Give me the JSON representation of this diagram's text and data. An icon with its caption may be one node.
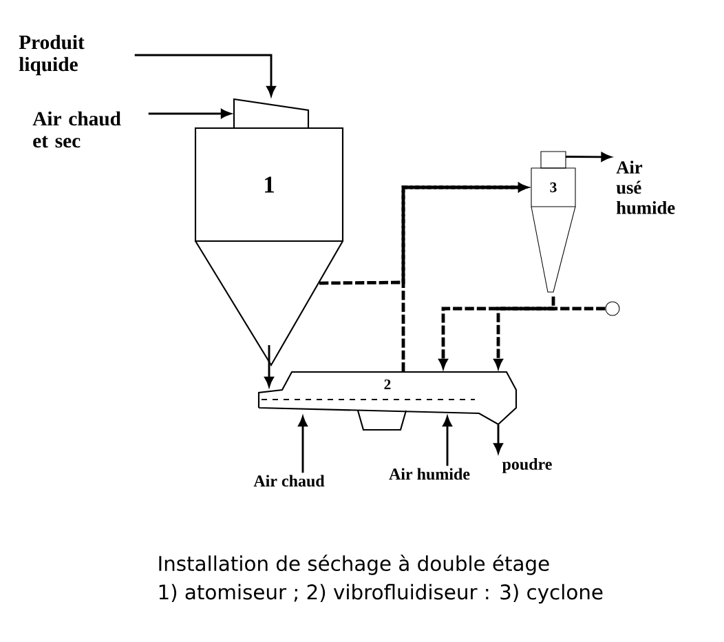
{
  "diagram": {
    "caption": "Installation de séchage à double étage",
    "nodes": [
      {
        "text": [
          "Produit liquide"
        ]
      },
      {
        "text": [
          "Air chaud et sec"
        ]
      },
      {
        "text": [
          "1"
        ]
      },
      {
        "text": [
          "2"
        ]
      },
      {
        "text": [
          "3"
        ]
      },
      {
        "text": [
          "Air usé humide"
        ]
      },
      {
        "text": [
          "Air chaud"
        ]
      },
      {
        "text": [
          "Air humide"
        ]
      },
      {
        "text": [
          "poudre"
        ]
      },
      {
        "text": [],
        "shape": "circle"
      },
      {
        "text": [],
        "shape": "box"
      }
    ],
    "edges": [
      {
        "from": 0,
        "to": 10,
        "arrow": "to"
      },
      {
        "from": 1,
        "to": 10,
        "arrow": "to"
      },
      {
        "from": 2,
        "to": 3,
        "arrow": "to"
      },
      {
        "from": 2,
        "to": 4,
        "arrow": "to",
        "style": "dashed"
      },
      {
        "from": 3,
        "to": 4,
        "arrow": "to",
        "style": "dashed"
      },
      {
        "from": 4,
        "to": 5,
        "arrow": "to"
      },
      {
        "from": 4,
        "to": 3,
        "arrow": "to",
        "style": "dashed"
      },
      {
        "from": 9,
        "to": 3,
        "arrow": "to",
        "style": "dashed"
      },
      {
        "from": 6,
        "to": 3,
        "arrow": "to"
      },
      {
        "from": 7,
        "to": 3,
        "arrow": "to"
      },
      {
        "from": 3,
        "to": 8,
        "arrow": "to"
      }
    ],
    "labels": [
      "1) atomiseur ; 2) vibrofluidiseur : 3) cyclone"
    ]
  }
}
